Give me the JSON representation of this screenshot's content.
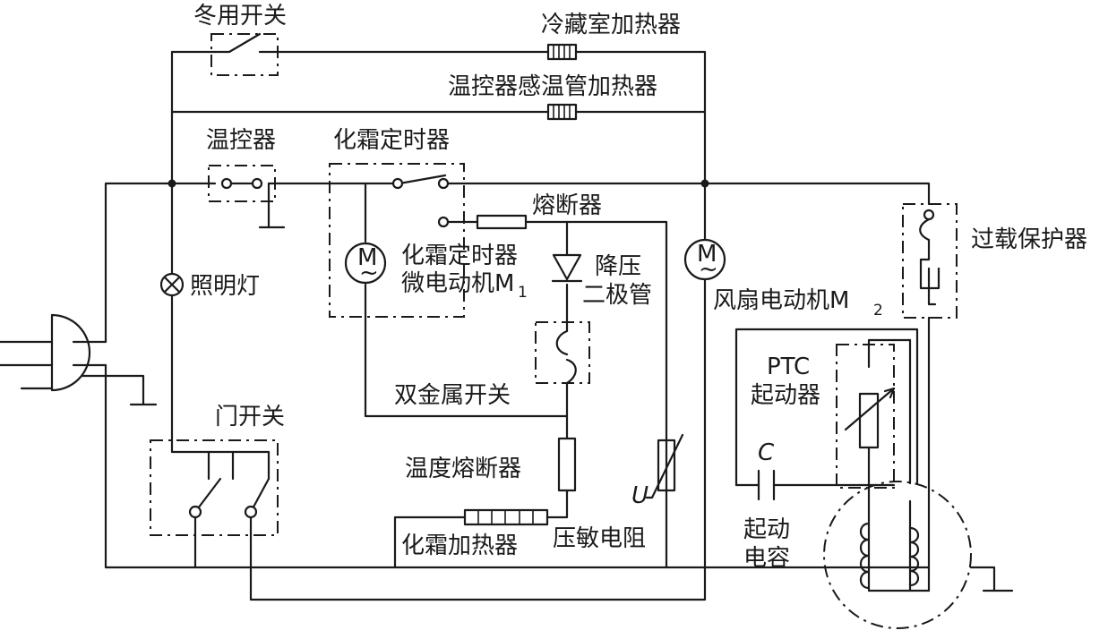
{
  "labels": {
    "winter_switch": "冬用开关",
    "fridge_heater": "冷藏室加热器",
    "thermo_tube_heater": "温控器感温管加热器",
    "thermostat": "温控器",
    "defrost_timer": "化霜定时器",
    "fuse": "熔断器",
    "timer_motor_line1": "化霜定时器",
    "timer_motor_line2": "微电动机M",
    "timer_motor_sub": "1",
    "diode_line1": "降压",
    "diode_line2": "二极管",
    "fan_motor": "风扇电动机M",
    "fan_motor_sub": "2",
    "overload": "过载保护器",
    "lamp": "照明灯",
    "bimetal": "双金属开关",
    "door_switch": "门开关",
    "temp_fuse": "温度熔断器",
    "varistor_symbol": "U",
    "ptc_line1": "PTC",
    "ptc_line2": "起动器",
    "cap_symbol": "C",
    "cap_line1": "起动",
    "cap_line2": "电容",
    "defrost_heater": "化霜加热器",
    "varistor": "压敏电阻",
    "motor_letter": "M",
    "motor_wave": "~"
  }
}
